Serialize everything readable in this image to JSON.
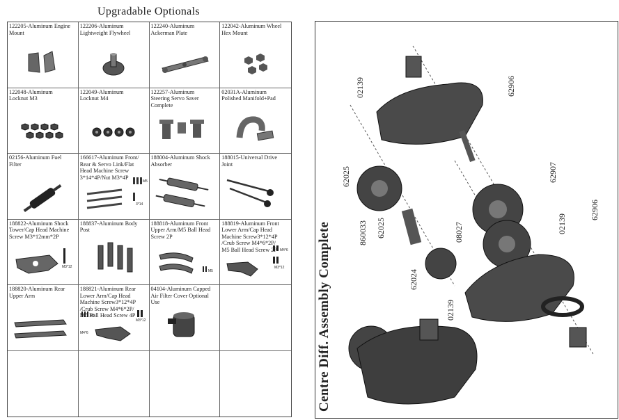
{
  "title": "Upgradable Optionals",
  "cells": [
    {
      "label": "122205-Aluminum Engine\nMount",
      "icon": "engine-mount"
    },
    {
      "label": "122206-Aluminum\nLightweight Flywheel",
      "icon": "flywheel"
    },
    {
      "label": "122240-Aluminum\nAckerman Plate",
      "icon": "ackerman-plate"
    },
    {
      "label": "122042-Aluminum Wheel\nHex Mount",
      "icon": "hex-mount"
    },
    {
      "label": "122048-Aluminum\nLocknut M3",
      "icon": "locknut-m3"
    },
    {
      "label": "122049-Aluminum\nLocknut M4",
      "icon": "locknut-m4"
    },
    {
      "label": "122257-Aluminum\nSteering Servo Saver\nComplete",
      "icon": "servo-saver"
    },
    {
      "label": "02031A-Aluminum\nPolished Manifold+Pad",
      "icon": "manifold"
    },
    {
      "label": "02156-Aluminum Fuel\nFilter",
      "icon": "fuel-filter"
    },
    {
      "label": "166617-Aluminum Front/\nRear & Servo Link/Flat\nHead Machine Screw\n3*14*4P/Nut M3*4P",
      "icon": "servo-link"
    },
    {
      "label": "188004-Aluminum Shock\nAbsorber",
      "icon": "shock-absorber"
    },
    {
      "label": "188015-Universal Drive\nJoint",
      "icon": "drive-joint"
    },
    {
      "label": "188822-Aluminum Shock\nTower/Cap Head Machine\nScrew M3*12mm*2P",
      "icon": "shock-tower"
    },
    {
      "label": "188837-Aluminum Body\nPost",
      "icon": "body-post"
    },
    {
      "label": "188818-Aluminum Front\nUpper Arm/M5 Ball Head\nScrew 2P",
      "icon": "front-upper-arm"
    },
    {
      "label": "188819-Aluminum Front\nLower Arm/Cap Head\nMachine Screw3*12*4P\n/Crub Screw M4*6*2P/\nM5 Ball Head Screw 2P",
      "icon": "front-lower-arm"
    },
    {
      "label": "188820-Aluminum Rear\nUpper Arm",
      "icon": "rear-upper-arm"
    },
    {
      "label": "188821-Aluminum Rear\nLower Arm/Cap Head\nMachine Screw3*12*4P\n/Crub Screw M4*6*2P/\nM5 Ball Head Screw 4P",
      "icon": "rear-lower-arm"
    },
    {
      "label": "04104-Aluminum Capped\nAir Filter Cover Optional\nUse",
      "icon": "air-filter"
    },
    {
      "label": "",
      "icon": ""
    },
    {
      "label": "",
      "icon": ""
    },
    {
      "label": "",
      "icon": ""
    },
    {
      "label": "",
      "icon": ""
    },
    {
      "label": "",
      "icon": ""
    }
  ],
  "small_tags": {
    "m5": "M5",
    "m3x14": "3*14",
    "m3x12": "M3*12",
    "m4x6": "M4*6"
  },
  "diagram": {
    "title": "Centre Diff. Assembly Complete",
    "part_numbers": {
      "p1": "02139",
      "p2": "62906",
      "p3": "62025",
      "p4": "62907",
      "p5": "860033",
      "p6": "62025",
      "p7": "08027",
      "p8": "02139",
      "p9": "62906",
      "p10": "62024",
      "p11": "02139"
    }
  }
}
